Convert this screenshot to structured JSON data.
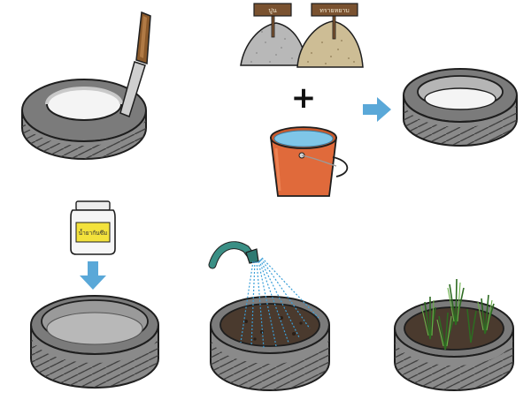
{
  "signs": {
    "left": "ปูน",
    "right": "ทรายหยาบ"
  },
  "jar_label": "น้ำยากันซึม",
  "plus_symbol": "+",
  "icons": {
    "scraper": "scraper-icon",
    "cement_pile": "cement-pile-icon",
    "sand_pile": "sand-pile-icon",
    "water_bucket": "water-bucket-icon",
    "arrow_right": "arrow-right-icon",
    "arrow_down": "arrow-down-icon",
    "jar": "waterproofing-jar-icon",
    "hose": "watering-hose-icon",
    "plants": "seedling-icon"
  },
  "colors": {
    "tire": "#8c8c8c",
    "tire_dark": "#5c5c5c",
    "tire_inner": "#b5b5b5",
    "soil": "#4a3a2e",
    "arrow": "#5aa8d8",
    "bucket": "#e06a3b",
    "water": "#7fc6e8",
    "cement": "#b8b8b8",
    "sand": "#cdbd95",
    "sign": "#7a5230",
    "jar_label": "#f3e23c",
    "hose": "#3a8f85",
    "plant": "#6bb04a"
  }
}
